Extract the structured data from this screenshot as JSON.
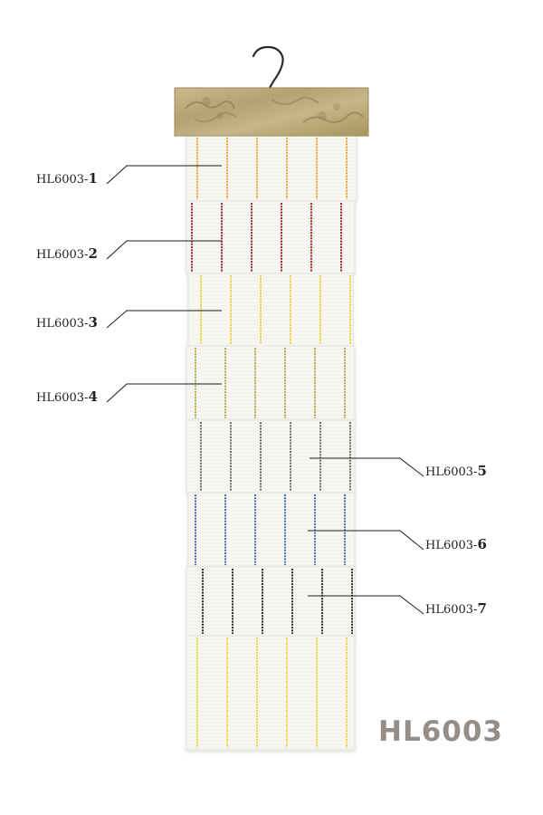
{
  "brand": {
    "code": "HL6003",
    "color": "#958d88"
  },
  "hanger": {
    "icon": "hanger-hook-icon",
    "header_color": "#b9a679"
  },
  "fabric_background": "#f7f6f2",
  "swatches": [
    {
      "label_prefix": "HL6003-",
      "label_num": "1",
      "stripe_color": "#f0a23a"
    },
    {
      "label_prefix": "HL6003-",
      "label_num": "2",
      "stripe_color": "#9b2a2a"
    },
    {
      "label_prefix": "HL6003-",
      "label_num": "3",
      "stripe_color": "#ead23a"
    },
    {
      "label_prefix": "HL6003-",
      "label_num": "4",
      "stripe_color": "#aab04a"
    },
    {
      "label_prefix": "HL6003-",
      "label_num": "5",
      "stripe_color": "#6f6f66"
    },
    {
      "label_prefix": "HL6003-",
      "label_num": "6",
      "stripe_color": "#4a6fb0"
    },
    {
      "label_prefix": "HL6003-",
      "label_num": "7",
      "stripe_color": "#2b2e2e"
    },
    {
      "label_prefix": "",
      "label_num": "",
      "stripe_color": "#ecd63e"
    }
  ]
}
